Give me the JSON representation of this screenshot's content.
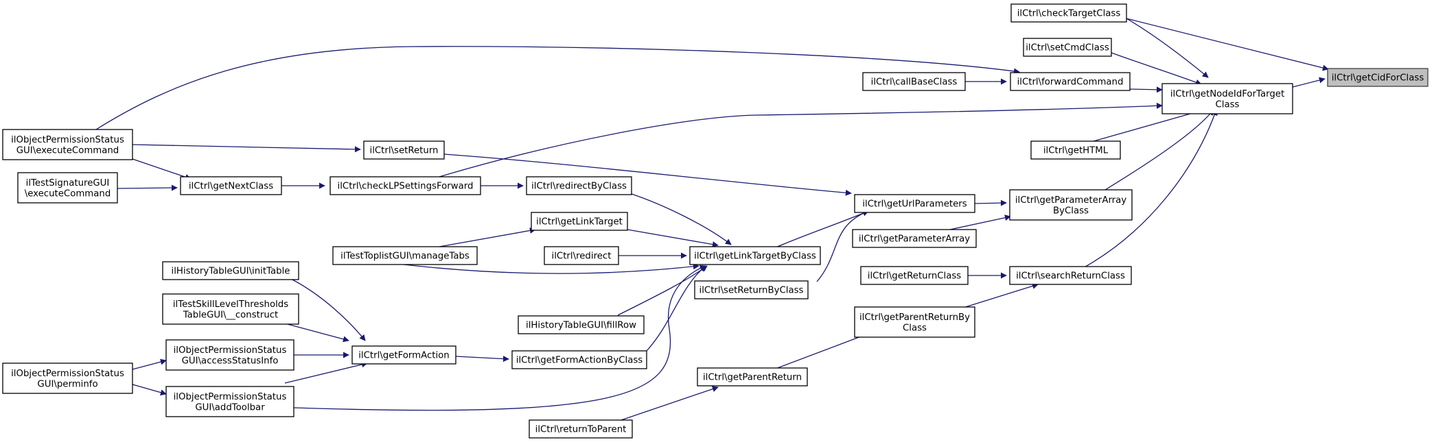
{
  "graph": {
    "title": "",
    "edge_color": "#191970",
    "root_fill": "#bfbfbf",
    "nodes": [
      {
        "id": "getCidForClass",
        "lines": [
          "ilCtrl\\getCidForClass"
        ],
        "root": true
      },
      {
        "id": "checkTargetClass",
        "lines": [
          "ilCtrl\\checkTargetClass"
        ]
      },
      {
        "id": "setCmdClass",
        "lines": [
          "ilCtrl\\setCmdClass"
        ]
      },
      {
        "id": "callBaseClass",
        "lines": [
          "ilCtrl\\callBaseClass"
        ]
      },
      {
        "id": "forwardCommand",
        "lines": [
          "ilCtrl\\forwardCommand"
        ]
      },
      {
        "id": "getNodeIdForTargetClass",
        "lines": [
          "ilCtrl\\getNodeIdForTarget",
          "Class"
        ]
      },
      {
        "id": "opsExecuteCommand",
        "lines": [
          "ilObjectPermissionStatus",
          "GUI\\executeCommand"
        ]
      },
      {
        "id": "setReturn",
        "lines": [
          "ilCtrl\\setReturn"
        ]
      },
      {
        "id": "getHTML",
        "lines": [
          "ilCtrl\\getHTML"
        ]
      },
      {
        "id": "tsExecuteCommand",
        "lines": [
          "ilTestSignatureGUI",
          "\\executeCommand"
        ]
      },
      {
        "id": "getNextClass",
        "lines": [
          "ilCtrl\\getNextClass"
        ]
      },
      {
        "id": "checkLPSettingsForward",
        "lines": [
          "ilCtrl\\checkLPSettingsForward"
        ]
      },
      {
        "id": "redirectByClass",
        "lines": [
          "ilCtrl\\redirectByClass"
        ]
      },
      {
        "id": "getUrlParameters",
        "lines": [
          "ilCtrl\\getUrlParameters"
        ]
      },
      {
        "id": "getParameterArrayByClass",
        "lines": [
          "ilCtrl\\getParameterArray",
          "ByClass"
        ]
      },
      {
        "id": "getLinkTarget",
        "lines": [
          "ilCtrl\\getLinkTarget"
        ]
      },
      {
        "id": "getParameterArray",
        "lines": [
          "ilCtrl\\getParameterArray"
        ]
      },
      {
        "id": "manageTabs",
        "lines": [
          "ilTestToplistGUI\\manageTabs"
        ]
      },
      {
        "id": "redirect",
        "lines": [
          "ilCtrl\\redirect"
        ]
      },
      {
        "id": "getLinkTargetByClass",
        "lines": [
          "ilCtrl\\getLinkTargetByClass"
        ]
      },
      {
        "id": "initTable",
        "lines": [
          "ilHistoryTableGUI\\initTable"
        ]
      },
      {
        "id": "getReturnClass",
        "lines": [
          "ilCtrl\\getReturnClass"
        ]
      },
      {
        "id": "searchReturnClass",
        "lines": [
          "ilCtrl\\searchReturnClass"
        ]
      },
      {
        "id": "setReturnByClass",
        "lines": [
          "ilCtrl\\setReturnByClass"
        ]
      },
      {
        "id": "construct",
        "lines": [
          "ilTestSkillLevelThresholds",
          "TableGUI\\__construct"
        ]
      },
      {
        "id": "getParentReturnByClass",
        "lines": [
          "ilCtrl\\getParentReturnBy",
          "Class"
        ]
      },
      {
        "id": "fillRow",
        "lines": [
          "ilHistoryTableGUI\\fillRow"
        ]
      },
      {
        "id": "accessStatusInfo",
        "lines": [
          "ilObjectPermissionStatus",
          "GUI\\accessStatusInfo"
        ]
      },
      {
        "id": "getFormAction",
        "lines": [
          "ilCtrl\\getFormAction"
        ]
      },
      {
        "id": "getFormActionByClass",
        "lines": [
          "ilCtrl\\getFormActionByClass"
        ]
      },
      {
        "id": "perminfo",
        "lines": [
          "ilObjectPermissionStatus",
          "GUI\\perminfo"
        ]
      },
      {
        "id": "getParentReturn",
        "lines": [
          "ilCtrl\\getParentReturn"
        ]
      },
      {
        "id": "addToolbar",
        "lines": [
          "ilObjectPermissionStatus",
          "GUI\\addToolbar"
        ]
      },
      {
        "id": "returnToParent",
        "lines": [
          "ilCtrl\\returnToParent"
        ]
      }
    ]
  }
}
